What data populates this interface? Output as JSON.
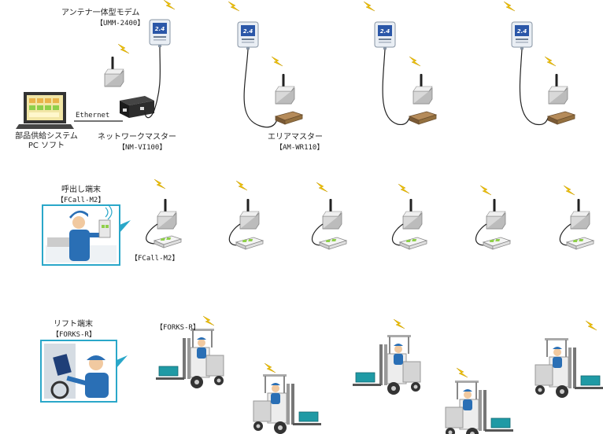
{
  "labels": {
    "modem_title": "アンテナ一体型モデム",
    "modem_model": "【UMM-2400】",
    "ethernet": "Ethernet",
    "pc_title": "部品供給システム",
    "pc_sub": "PC ソフト",
    "network_master": "ネットワークマスター",
    "network_master_model": "【NM-VI100】",
    "area_master": "エリアマスター",
    "area_master_model": "【AM-WR110】",
    "call_title": "呼出し端末",
    "call_model": "【FCall-M2】",
    "call_device_label": "【FCall-M2】",
    "lift_title": "リフト端末",
    "lift_model": "【FORKS-R】",
    "forklift_label": "【FORKS-R】",
    "modem_screen": "2.4"
  },
  "colors": {
    "modem_body": "#2b57a8",
    "bolt": "#f2c400",
    "cyan_frame": "#2aa7c9",
    "forklift_gray": "#8a8a8a",
    "forklift_pallet": "#1f9aa5",
    "area_master_body": "#8a6a44",
    "call_device": "#c9e39a",
    "worker_blue": "#2a6fb5"
  }
}
